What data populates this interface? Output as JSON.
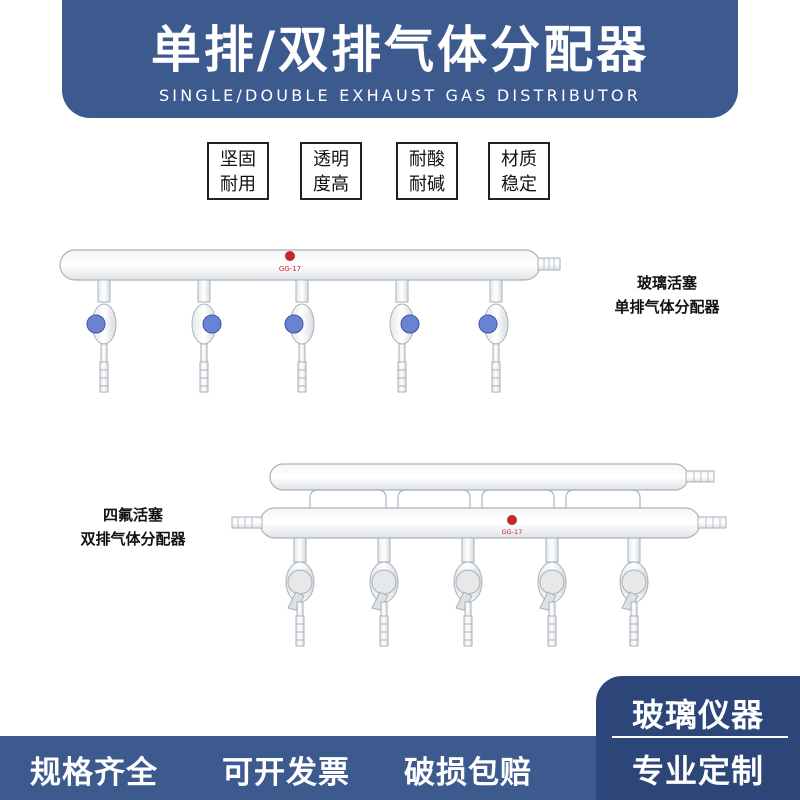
{
  "header": {
    "title": "单排/双排气体分配器",
    "subtitle": "SINGLE/DOUBLE EXHAUST GAS DISTRIBUTOR"
  },
  "features": [
    {
      "line1": "坚固",
      "line2": "耐用"
    },
    {
      "line1": "透明",
      "line2": "度高"
    },
    {
      "line1": "耐酸",
      "line2": "耐碱"
    },
    {
      "line1": "材质",
      "line2": "稳定"
    }
  ],
  "single": {
    "label_line1": "玻璃活塞",
    "label_line2": "单排气体分配器",
    "stamp_text": "GG-17"
  },
  "double": {
    "label_line1": "四氟活塞",
    "label_line2": "双排气体分配器",
    "stamp_text": "GG-17"
  },
  "bottom": {
    "item1": "规格齐全",
    "item2": "可开发票",
    "item3": "破损包赔"
  },
  "corner": {
    "top": "玻璃仪器",
    "bottom": "专业定制"
  },
  "colors": {
    "primary": "#3d5a8f",
    "primary_dark": "#2d467a",
    "stamp_red": "#c8262e",
    "stopcock_blue": "#5570c8"
  }
}
